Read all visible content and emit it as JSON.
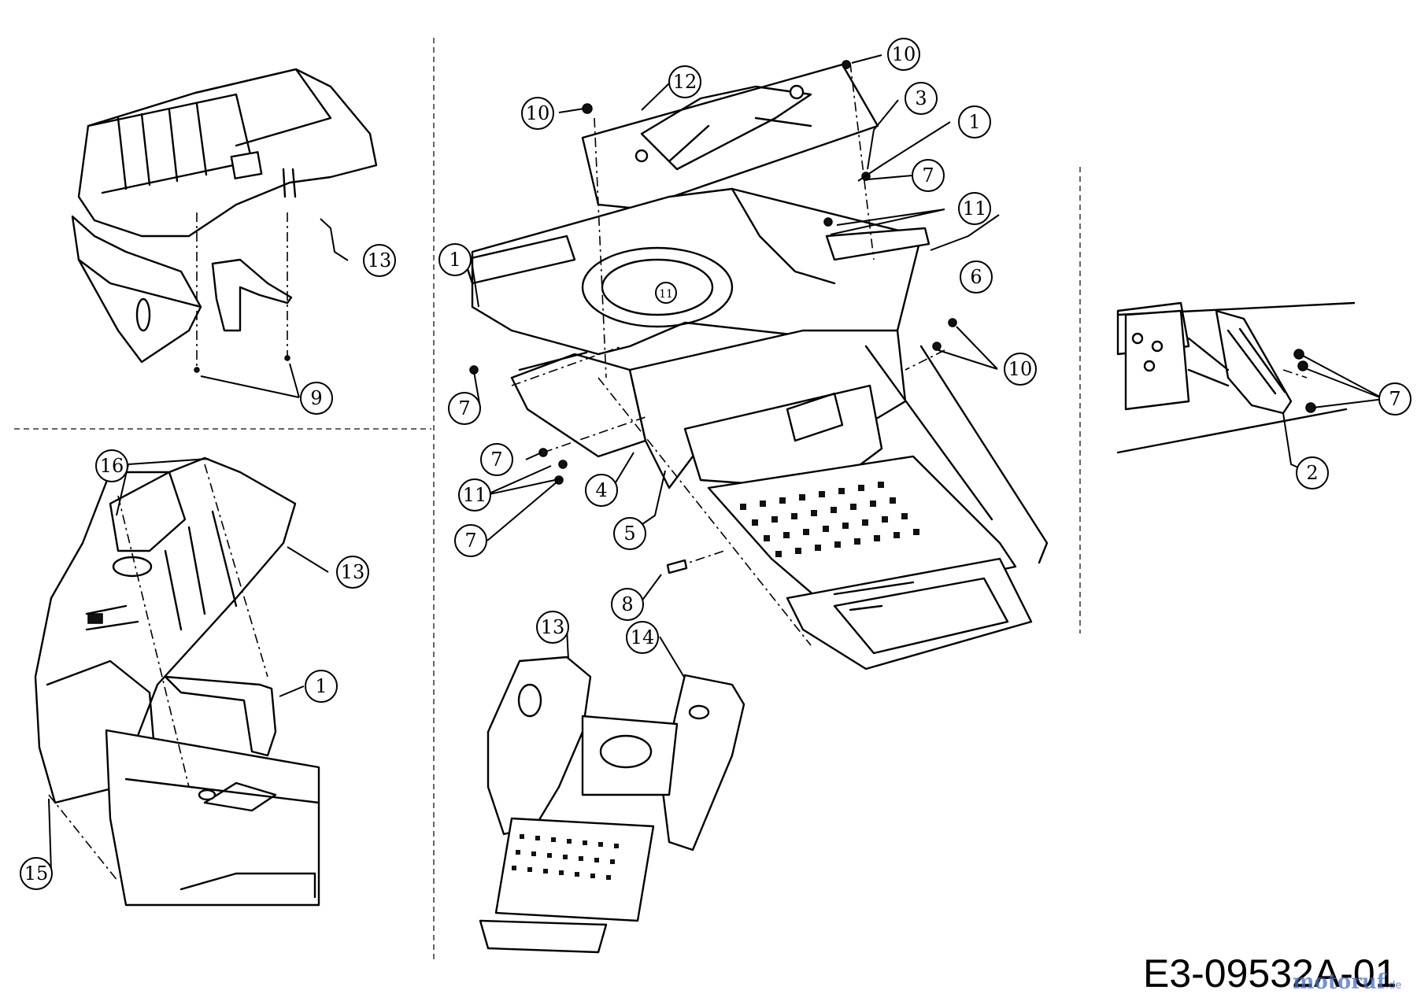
{
  "drawing_code": "E3-09532A-01",
  "watermark": "motoruf",
  "watermark_suffix": ".de",
  "callouts": [
    {
      "id": "c13a",
      "label": "13"
    },
    {
      "id": "c9",
      "label": "9"
    },
    {
      "id": "c16",
      "label": "16"
    },
    {
      "id": "c13b",
      "label": "13"
    },
    {
      "id": "c1a",
      "label": "1"
    },
    {
      "id": "c15",
      "label": "15"
    },
    {
      "id": "c10a",
      "label": "10"
    },
    {
      "id": "c12",
      "label": "12"
    },
    {
      "id": "c10b",
      "label": "10"
    },
    {
      "id": "c3",
      "label": "3"
    },
    {
      "id": "c1b",
      "label": "1"
    },
    {
      "id": "c7a",
      "label": "7"
    },
    {
      "id": "c11a",
      "label": "11"
    },
    {
      "id": "c1c",
      "label": "1"
    },
    {
      "id": "c11b",
      "label": "11"
    },
    {
      "id": "c6",
      "label": "6"
    },
    {
      "id": "c10c",
      "label": "10"
    },
    {
      "id": "c7b",
      "label": "7"
    },
    {
      "id": "c7c",
      "label": "7"
    },
    {
      "id": "c11c",
      "label": "11"
    },
    {
      "id": "c4",
      "label": "4"
    },
    {
      "id": "c7d",
      "label": "7"
    },
    {
      "id": "c5",
      "label": "5"
    },
    {
      "id": "c8",
      "label": "8"
    },
    {
      "id": "c13c",
      "label": "13"
    },
    {
      "id": "c14",
      "label": "14"
    },
    {
      "id": "c7e",
      "label": "7"
    },
    {
      "id": "c2",
      "label": "2"
    }
  ]
}
